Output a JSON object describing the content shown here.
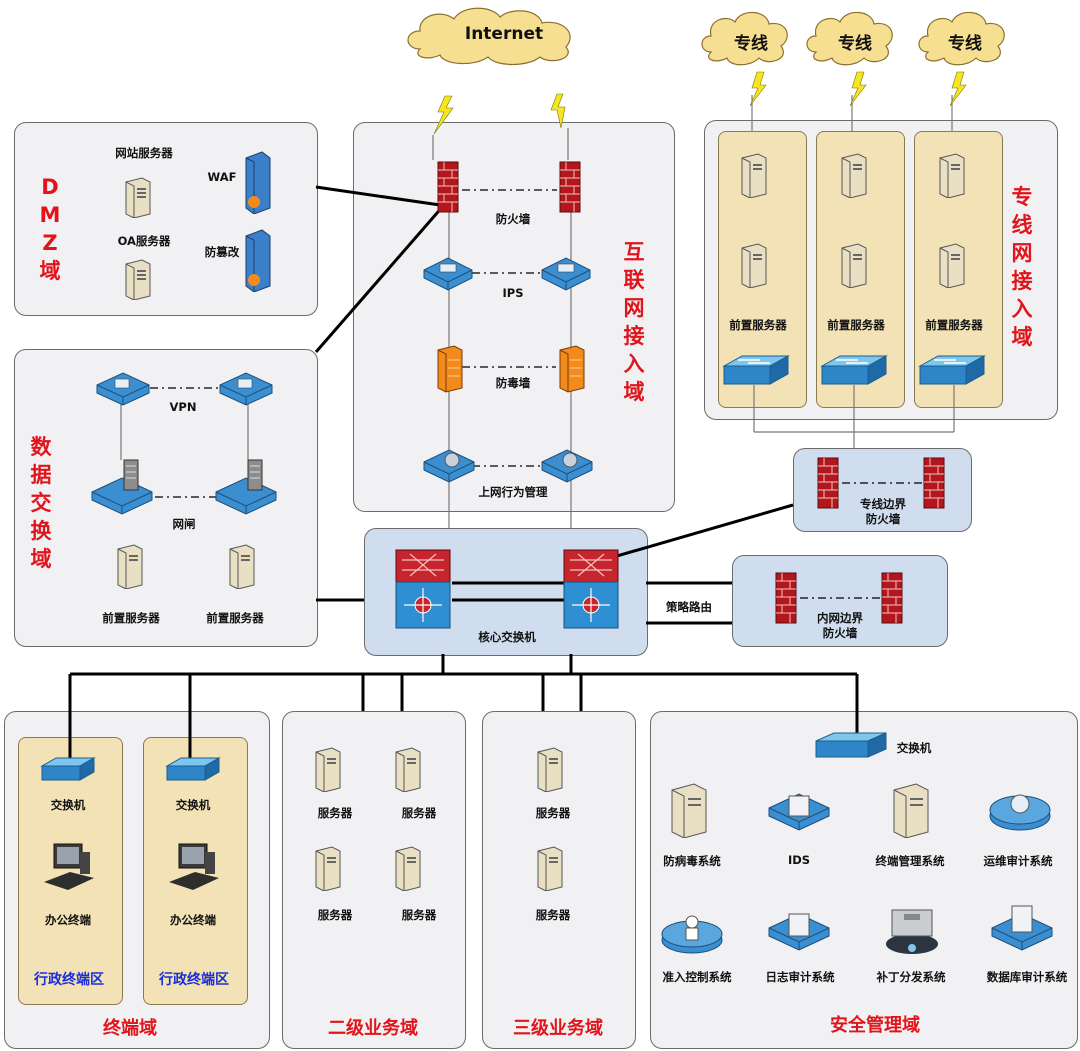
{
  "clouds": {
    "internet": "Internet",
    "leased_1": "专线",
    "leased_2": "专线",
    "leased_3": "专线"
  },
  "dmz": {
    "title": [
      "D",
      "M",
      "Z",
      "域"
    ],
    "web_server": "网站服务器",
    "oa_server": "OA服务器",
    "waf": "WAF",
    "anti_tamper": "防篡改"
  },
  "internet_access": {
    "title": [
      "互",
      "联",
      "网",
      "接",
      "入",
      "域"
    ],
    "firewall": "防火墙",
    "ips": "IPS",
    "antivirus_wall": "防毒墙",
    "behavior_mgmt": "上网行为管理"
  },
  "leased_line": {
    "title": [
      "专",
      "线",
      "网",
      "接",
      "入",
      "域"
    ],
    "front_server_1": "前置服务器",
    "front_server_2": "前置服务器",
    "front_server_3": "前置服务器",
    "boundary_fw": [
      "专线边界",
      "防火墙"
    ]
  },
  "data_exchange": {
    "title": [
      "数",
      "据",
      "交",
      "换",
      "域"
    ],
    "vpn": "VPN",
    "gap": "网闸",
    "front_server_1": "前置服务器",
    "front_server_2": "前置服务器"
  },
  "core": {
    "label": "核心交换机",
    "policy_route": "策略路由"
  },
  "intranet_fw": [
    "内网边界",
    "防火墙"
  ],
  "terminal": {
    "title": "终端域",
    "switch_1": "交换机",
    "switch_2": "交换机",
    "office_1": "办公终端",
    "office_2": "办公终端",
    "admin_zone_1": "行政终端区",
    "admin_zone_2": "行政终端区"
  },
  "level2": {
    "title": "二级业务域",
    "servers": [
      "服务器",
      "服务器",
      "服务器",
      "服务器"
    ]
  },
  "level3": {
    "title": "三级业务域",
    "servers": [
      "服务器",
      "服务器"
    ]
  },
  "security": {
    "title": "安全管理域",
    "switch": "交换机",
    "antivirus": "防病毒系统",
    "ids": "IDS",
    "terminal_mgmt": "终端管理系统",
    "ops_audit": "运维审计系统",
    "nac": "准入控制系统",
    "log_audit": "日志审计系统",
    "patch": "补丁分发系统",
    "db_audit": "数据库审计系统"
  },
  "colors": {
    "title_red": "#e0141b",
    "zone_label_blue": "#1a2fd6",
    "panel_tan": "#f3e2b5",
    "core_blue": "#cfddee"
  }
}
